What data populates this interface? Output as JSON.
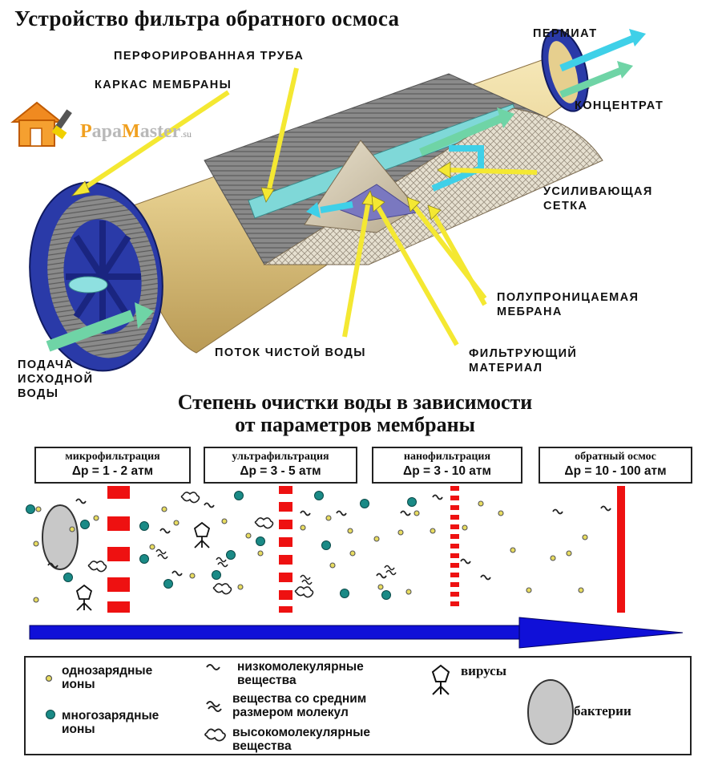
{
  "title": "Устройство фильтра обратного осмоса",
  "logo": {
    "text_p": "P",
    "text_apa": "apa",
    "text_m": "M",
    "text_aster": "aster",
    "text_su": ".su"
  },
  "callouts": {
    "perforated_tube": "ПЕРФОРИРОВАННАЯ ТРУБА",
    "membrane_frame": "КАРКАС МЕМБРАНЫ",
    "permeate": "ПЕРМИАТ",
    "concentrate": "КОНЦЕНТРАТ",
    "mesh_line1": "УСИЛИВАЮЩАЯ",
    "mesh_line2": "СЕТКА",
    "membrane_line1": "ПОЛУПРОНИЦАЕМАЯ",
    "membrane_line2": "МЕБРАНА",
    "clean_flow": "ПОТОК ЧИСТОЙ ВОДЫ",
    "filter_line1": "ФИЛЬТРУЮЩИЙ",
    "filter_line2": "МАТЕРИАЛ",
    "feed_line1": "ПОДАЧА",
    "feed_line2": "ИСХОДНОЙ",
    "feed_line3": "ВОДЫ"
  },
  "subtitle_line1": "Степень очистки воды в зависимости",
  "subtitle_line2": "от параметров мембраны",
  "stages": [
    {
      "name": "микрофильтрация",
      "pressure": "Δp = 1 - 2 атм"
    },
    {
      "name": "ультрафильтрация",
      "pressure": "Δp = 3 - 5 атм"
    },
    {
      "name": "нанофильтрация",
      "pressure": "Δp = 3 - 10 атм"
    },
    {
      "name": "обратный осмос",
      "pressure": "Δp = 10 - 100 атм"
    }
  ],
  "legend": {
    "single_ions_1": "однозарядные",
    "single_ions_2": "ионы",
    "multi_ions_1": "многозарядные",
    "multi_ions_2": "ионы",
    "low_mol_1": "низкомолекулярные",
    "low_mol_2": "вещества",
    "mid_mol_1": "вещества со средним",
    "mid_mol_2": "размером молекул",
    "high_mol_1": "высокомолекулярные",
    "high_mol_2": "вещества",
    "viruses": "вирусы",
    "bacteria": "бактерии"
  },
  "colors": {
    "cylinder": "#e8d49a",
    "cap": "#2a3aa8",
    "arrow_cyan": "#3fd0e8",
    "arrow_green": "#6fd4a6",
    "callout_arrow": "#f4e832",
    "barrier_red": "#ee1111",
    "flow_arrow": "#1010d8",
    "single_ion": "#d6c848",
    "multi_ion": "#1a8a86",
    "bacteria": "#c8c8c8"
  }
}
